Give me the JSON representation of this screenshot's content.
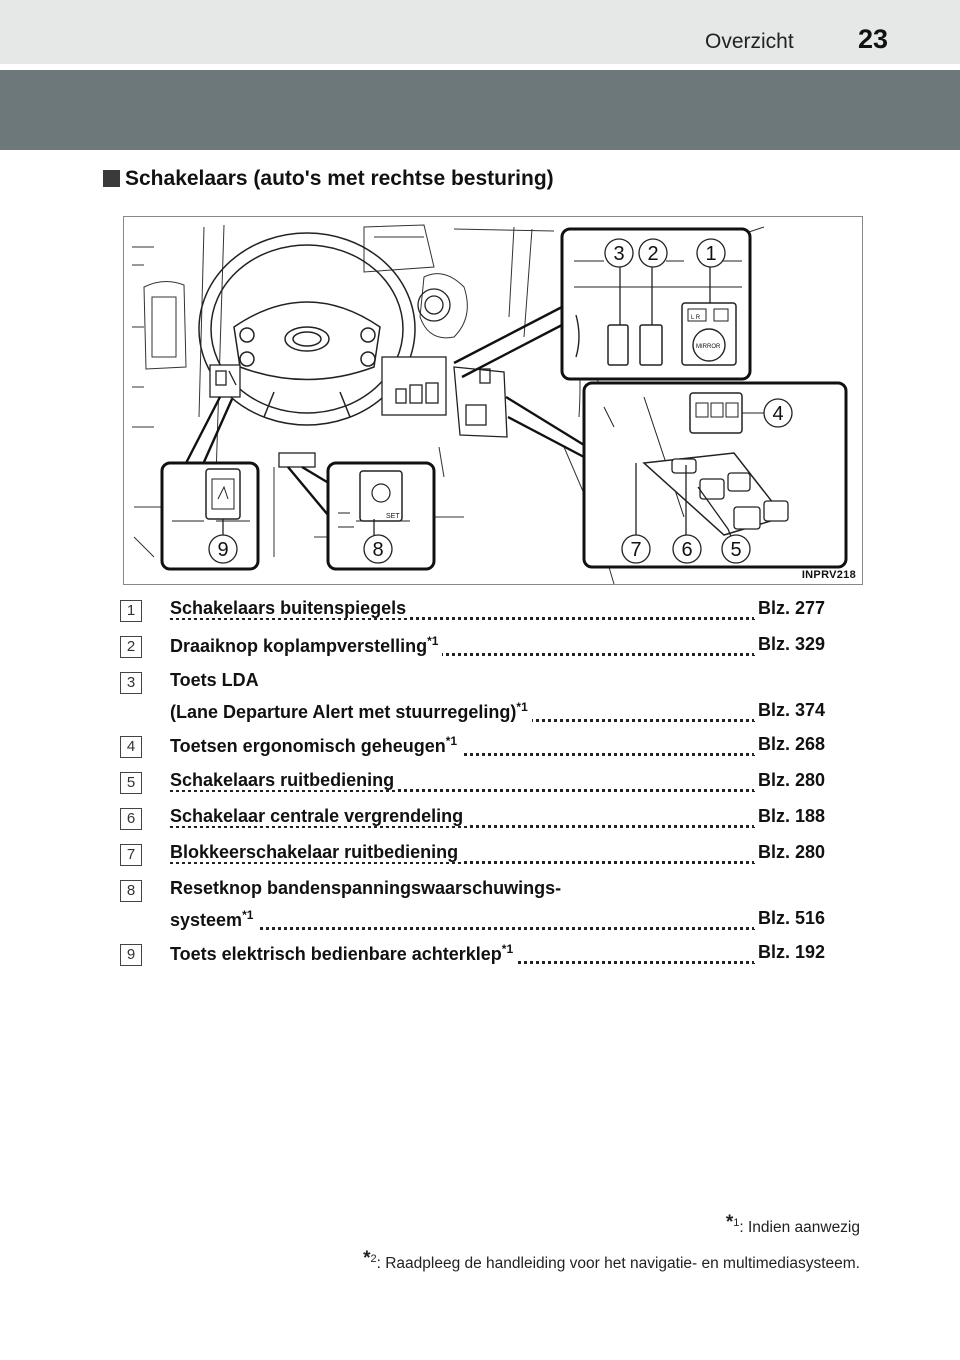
{
  "header": {
    "section": "Overzicht",
    "page_number": "23"
  },
  "section_title": "Schakelaars (auto's met rechtse besturing)",
  "figure": {
    "code": "INPRV218",
    "callouts": [
      "1",
      "2",
      "3",
      "4",
      "5",
      "6",
      "7",
      "8",
      "9"
    ],
    "switch_labels": {
      "mirror": "MIRROR",
      "lr": "L   R",
      "set": "SET"
    }
  },
  "items": [
    {
      "num": "1",
      "label": "Schakelaars buitenspiegels",
      "sup": "",
      "page": "Blz. 277"
    },
    {
      "num": "2",
      "label": "Draaiknop koplampverstelling",
      "sup": "*1",
      "page": "Blz. 329"
    },
    {
      "num": "3",
      "label": "Toets LDA",
      "label2": "(Lane Departure Alert met stuurregeling)",
      "sup": "*1",
      "page": "Blz. 374"
    },
    {
      "num": "4",
      "label": "Toetsen ergonomisch geheugen",
      "sup": "*1",
      "page": "Blz. 268"
    },
    {
      "num": "5",
      "label": "Schakelaars ruitbediening",
      "sup": "",
      "page": "Blz. 280"
    },
    {
      "num": "6",
      "label": "Schakelaar centrale vergrendeling",
      "sup": "",
      "page": "Blz. 188"
    },
    {
      "num": "7",
      "label": "Blokkeerschakelaar ruitbediening",
      "sup": "",
      "page": "Blz. 280"
    },
    {
      "num": "8",
      "label": "Resetknop bandenspanningswaarschuwings-",
      "label2": "systeem",
      "sup": "*1",
      "page": "Blz. 516"
    },
    {
      "num": "9",
      "label": "Toets elektrisch bedienbare achterklep",
      "sup": "*1",
      "page": "Blz. 192"
    }
  ],
  "footnotes": [
    {
      "mark": "*",
      "sup": "1",
      "text": ": Indien aanwezig"
    },
    {
      "mark": "*",
      "sup": "2",
      "text": ": Raadpleeg de handleiding voor het navigatie- en multimediasysteem."
    }
  ]
}
